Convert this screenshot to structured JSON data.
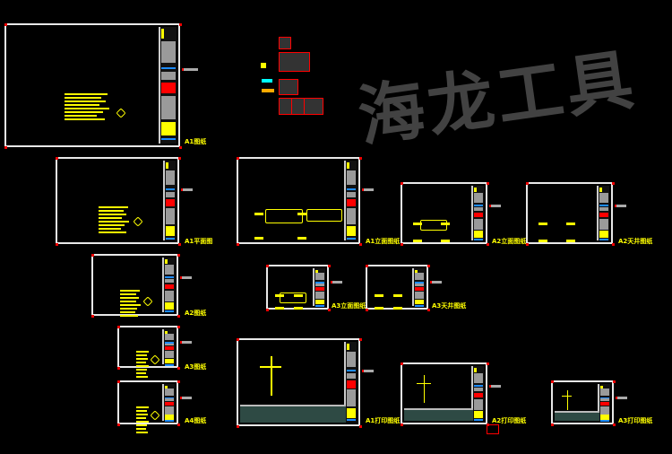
{
  "drawing": {
    "watermark": "海龙工具",
    "sheets": [
      {
        "id": "s1",
        "label": "A1图纸"
      },
      {
        "id": "s2",
        "label": "A1平面图"
      },
      {
        "id": "s3",
        "label": "A1立面图纸"
      },
      {
        "id": "s4",
        "label": "A2立面图纸"
      },
      {
        "id": "s5",
        "label": "A2天井图纸"
      },
      {
        "id": "s6",
        "label": "A2图纸"
      },
      {
        "id": "s7",
        "label": "A3立面图纸"
      },
      {
        "id": "s8",
        "label": "A3天井图纸"
      },
      {
        "id": "s9",
        "label": "A3图纸"
      },
      {
        "id": "s10",
        "label": "A4图纸"
      },
      {
        "id": "s11",
        "label": "A1打印图纸"
      },
      {
        "id": "s12",
        "label": "A2打印图纸"
      },
      {
        "id": "s13",
        "label": "A3打印图纸"
      }
    ]
  },
  "colors": {
    "frame": "#e8e8e8",
    "text": "#ffff00",
    "accent": "#ff0000",
    "blue": "#1e8cff"
  }
}
